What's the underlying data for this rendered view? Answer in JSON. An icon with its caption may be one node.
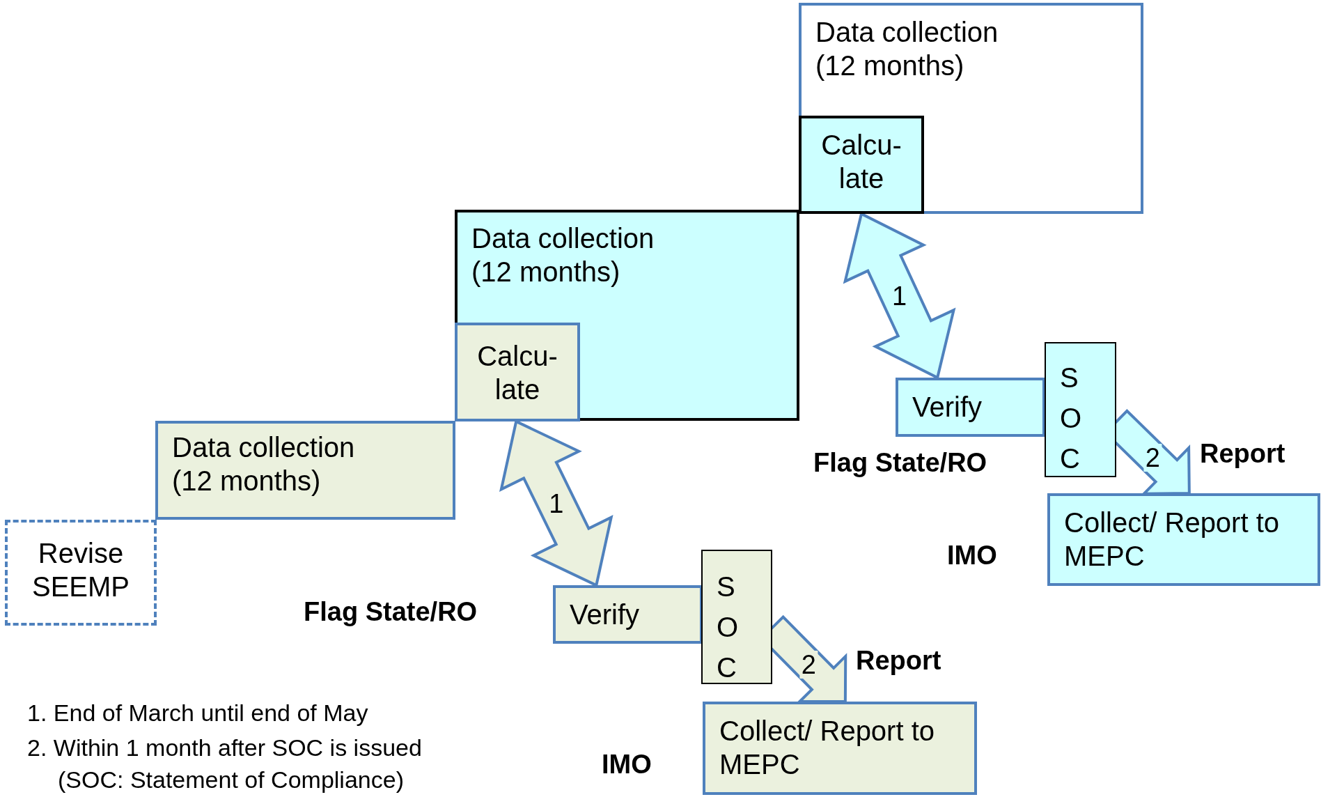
{
  "diagram": {
    "nodes": [
      {
        "text": [
          "Revise SEEMP"
        ]
      },
      {
        "text": [
          "Data collection (12 months)"
        ]
      },
      {
        "text": [
          "Data collection (12 months)"
        ]
      },
      {
        "text": [
          "Calcu- late"
        ],
        "in": 2
      },
      {
        "text": [
          "Data collection (12 months)"
        ]
      },
      {
        "text": [
          "Calcu- late"
        ],
        "in": 4
      },
      {
        "text": [
          "Verify"
        ]
      },
      {
        "text": [
          "SOC"
        ]
      },
      {
        "text": [
          "Collect/ Report to MEPC"
        ]
      },
      {
        "text": [
          "Verify"
        ]
      },
      {
        "text": [
          "SOC"
        ]
      },
      {
        "text": [
          "Collect/ Report to MEPC"
        ]
      }
    ],
    "edges": [
      {
        "from": 3,
        "to": 6,
        "arrow": "both",
        "label": "1"
      },
      {
        "from": 5,
        "to": 9,
        "arrow": "both",
        "label": "1"
      },
      {
        "from": 7,
        "to": 8,
        "arrow": "to",
        "label": "2"
      },
      {
        "from": 10,
        "to": 11,
        "arrow": "to",
        "label": "2"
      }
    ],
    "labels": [
      "Report",
      "Flag State/RO",
      "IMO",
      "Flag State/RO",
      "Report",
      "1. End of March until end of May",
      "2. Within 1 month after SOC is issued (SOC: Statement of Compliance)",
      "IMO"
    ]
  }
}
